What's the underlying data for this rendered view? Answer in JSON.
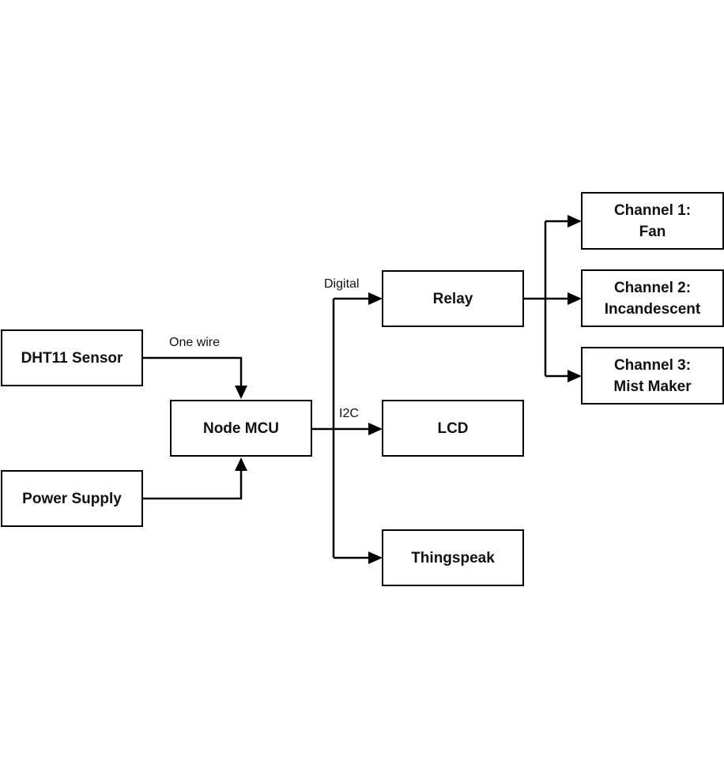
{
  "diagram": {
    "title": "",
    "nodes": {
      "dht11": {
        "label": "DHT11 Sensor"
      },
      "power": {
        "label": "Power Supply"
      },
      "nodemcu": {
        "label": "Node MCU"
      },
      "relay": {
        "label": "Relay"
      },
      "lcd": {
        "label": "LCD"
      },
      "thingspeak": {
        "label": "Thingspeak"
      },
      "ch1": {
        "line1": "Channel 1:",
        "line2": "Fan"
      },
      "ch2": {
        "line1": "Channel 2:",
        "line2": "Incandescent"
      },
      "ch3": {
        "line1": "Channel 3:",
        "line2": "Mist Maker"
      }
    },
    "edge_labels": {
      "one_wire": "One wire",
      "digital": "Digital",
      "i2c": "I2C"
    },
    "edges": [
      {
        "from": "DHT11 Sensor",
        "to": "Node MCU",
        "label": "One wire"
      },
      {
        "from": "Power Supply",
        "to": "Node MCU",
        "label": ""
      },
      {
        "from": "Node MCU",
        "to": "Relay",
        "label": "Digital"
      },
      {
        "from": "Node MCU",
        "to": "LCD",
        "label": "I2C"
      },
      {
        "from": "Node MCU",
        "to": "Thingspeak",
        "label": ""
      },
      {
        "from": "Relay",
        "to": "Channel 1: Fan",
        "label": ""
      },
      {
        "from": "Relay",
        "to": "Channel 2: Incandescent",
        "label": ""
      },
      {
        "from": "Relay",
        "to": "Channel 3: Mist Maker",
        "label": ""
      }
    ]
  }
}
